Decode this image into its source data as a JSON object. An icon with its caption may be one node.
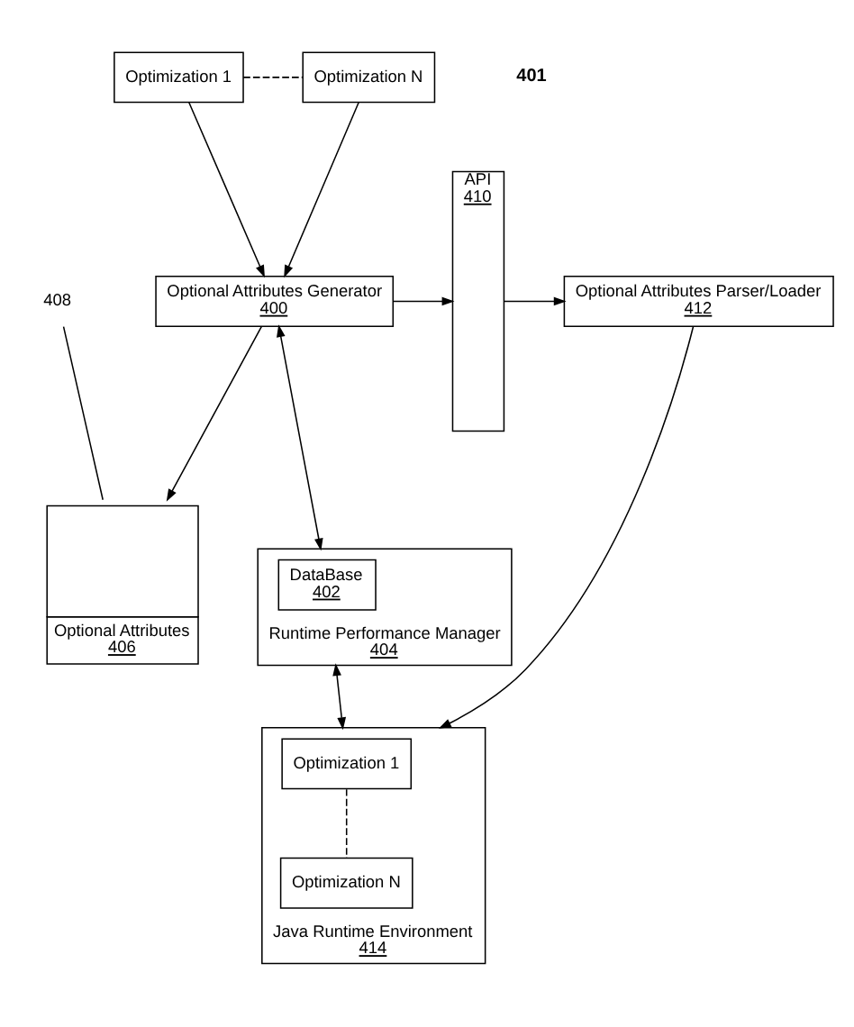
{
  "diagram": {
    "nodes": [
      {
        "text": [
          "Optimization 1"
        ]
      },
      {
        "text": [
          "Optimization N"
        ]
      },
      {
        "text": [
          "Optional Attributes Generator",
          "400"
        ]
      },
      {
        "text": [
          "API",
          "410"
        ]
      },
      {
        "text": [
          "Optional Attributes Parser/Loader",
          "412"
        ]
      },
      {
        "text": [
          "408"
        ]
      },
      {
        "text": [
          "Optional Attributes",
          "406"
        ]
      },
      {
        "text": [
          "Runtime Performance Manager",
          "404"
        ]
      },
      {
        "text": [
          "DataBase",
          "402"
        ],
        "in": 7
      },
      {
        "text": [
          "Java Runtime Environment",
          "414"
        ]
      },
      {
        "text": [
          "Optimization 1"
        ],
        "in": 9
      },
      {
        "text": [
          "Optimization N"
        ],
        "in": 9
      }
    ],
    "edges": [
      {
        "from": 0,
        "to": 1,
        "arrow": "none",
        "style": "dashed"
      },
      {
        "from": 0,
        "to": 2,
        "arrow": "to"
      },
      {
        "from": 1,
        "to": 2,
        "arrow": "to"
      },
      {
        "from": 2,
        "to": 3,
        "arrow": "to"
      },
      {
        "from": 3,
        "to": 4,
        "arrow": "to"
      },
      {
        "from": 2,
        "to": 6,
        "arrow": "to"
      },
      {
        "from": 5,
        "to": 6,
        "arrow": "none"
      },
      {
        "from": 2,
        "to": 7,
        "arrow": "both"
      },
      {
        "from": 4,
        "to": 9,
        "arrow": "to"
      },
      {
        "from": 7,
        "to": 9,
        "arrow": "both"
      },
      {
        "from": 10,
        "to": 11,
        "arrow": "none",
        "style": "dashed"
      }
    ],
    "labels": [
      "401"
    ]
  }
}
